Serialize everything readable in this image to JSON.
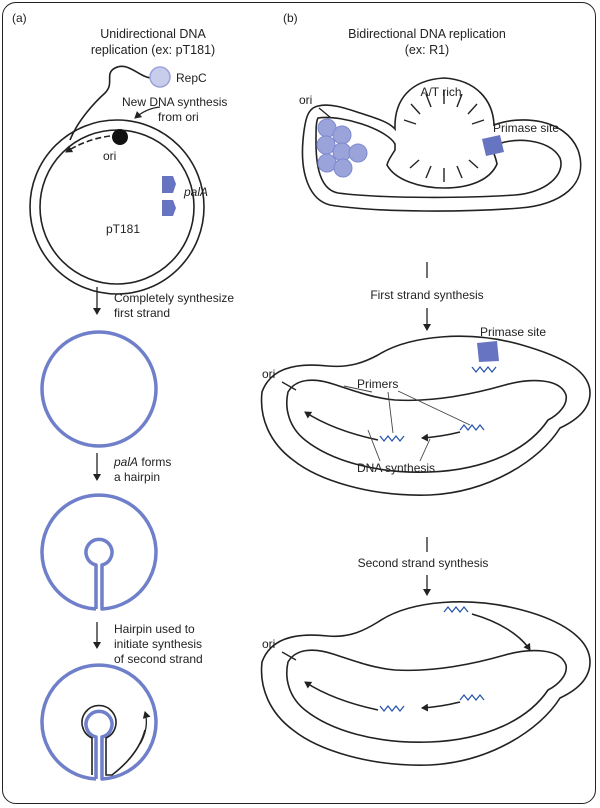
{
  "panel_a": {
    "label": "(a)",
    "title_line1": "Unidirectional DNA",
    "title_line2": "replication (ex: pT181)",
    "repc": "RepC",
    "new_dna_line1": "New DNA synthesis",
    "new_dna_line2": "from ori",
    "ori": "ori",
    "pala": "palA",
    "plasmid": "pT181",
    "step1_line1": "Completely synthesize",
    "step1_line2": "first strand",
    "step2_italic": "palA",
    "step2_rest": " forms",
    "step2_line2": "a hairpin",
    "step3_line1": "Hairpin used to",
    "step3_line2": "initiate synthesis",
    "step3_line3": "of second strand"
  },
  "panel_b": {
    "label": "(b)",
    "title_line1": "Bidirectional DNA replication",
    "title_line2": "(ex: R1)",
    "ori_top": "ori",
    "at_rich": "A/T rich",
    "primase_top": "Primase site",
    "first_strand": "First strand synthesis",
    "primase_mid": "Primase site",
    "ori_mid": "ori",
    "primers": "Primers",
    "dna_synthesis": "DNA synthesis",
    "second_strand": "Second strand synthesis",
    "ori_bottom": "ori"
  },
  "colors": {
    "blue_strand": "#6f7fc9",
    "blue_fill": "#6674c2",
    "blue_light": "#9aa3da",
    "primer": "#2a56b0",
    "ink": "#222222"
  }
}
